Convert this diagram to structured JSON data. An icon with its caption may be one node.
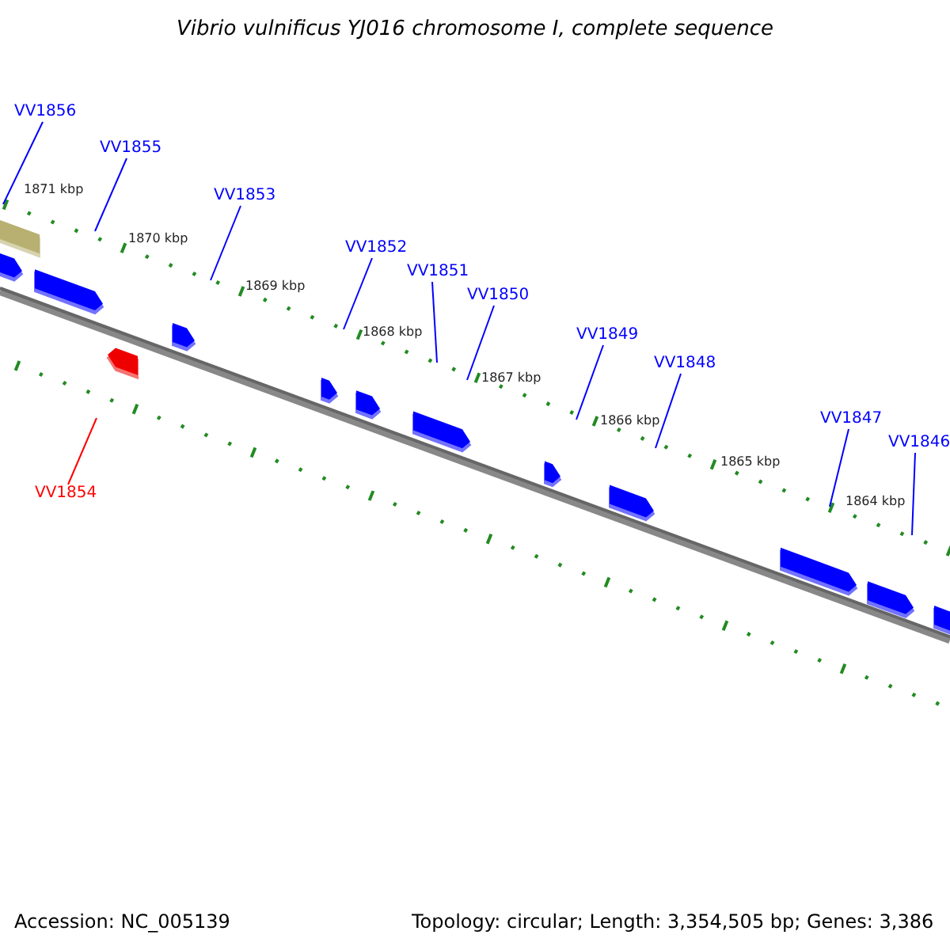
{
  "diagram": {
    "title": "Vibrio vulnificus YJ016 chromosome I, complete sequence",
    "nodes": [
      {
        "text": [
          "VV1856"
        ]
      },
      {
        "text": [
          "VV1855"
        ]
      },
      {
        "text": [
          "VV1853"
        ]
      },
      {
        "text": [
          "VV1852"
        ]
      },
      {
        "text": [
          "VV1851"
        ]
      },
      {
        "text": [
          "VV1850"
        ]
      },
      {
        "text": [
          "VV1849"
        ]
      },
      {
        "text": [
          "VV1848"
        ]
      },
      {
        "text": [
          "VV1847"
        ]
      },
      {
        "text": [
          "VV1846"
        ]
      },
      {
        "text": [
          "VV1854"
        ]
      }
    ],
    "edges": [
      {
        "from": 0,
        "to": null,
        "arrow": "none"
      },
      {
        "from": 1,
        "to": null,
        "arrow": "none"
      },
      {
        "from": 2,
        "to": null,
        "arrow": "none"
      },
      {
        "from": 3,
        "to": null,
        "arrow": "none"
      },
      {
        "from": 4,
        "to": null,
        "arrow": "none"
      },
      {
        "from": 5,
        "to": null,
        "arrow": "none"
      },
      {
        "from": 6,
        "to": null,
        "arrow": "none"
      },
      {
        "from": 7,
        "to": null,
        "arrow": "none"
      },
      {
        "from": 8,
        "to": null,
        "arrow": "none"
      },
      {
        "from": 9,
        "to": null,
        "arrow": "none"
      },
      {
        "from": 10,
        "to": null,
        "arrow": "none",
        "color": "#ff0000"
      }
    ],
    "labels": [
      "1871 kbp",
      "1870 kbp",
      "1869 kbp",
      "1868 kbp",
      "1867 kbp",
      "1866 kbp",
      "1865 kbp",
      "1864 kbp",
      "Accession: NC_005139",
      "Topology: circular; Length: 3,354,505 bp; Genes: 3,386"
    ]
  }
}
